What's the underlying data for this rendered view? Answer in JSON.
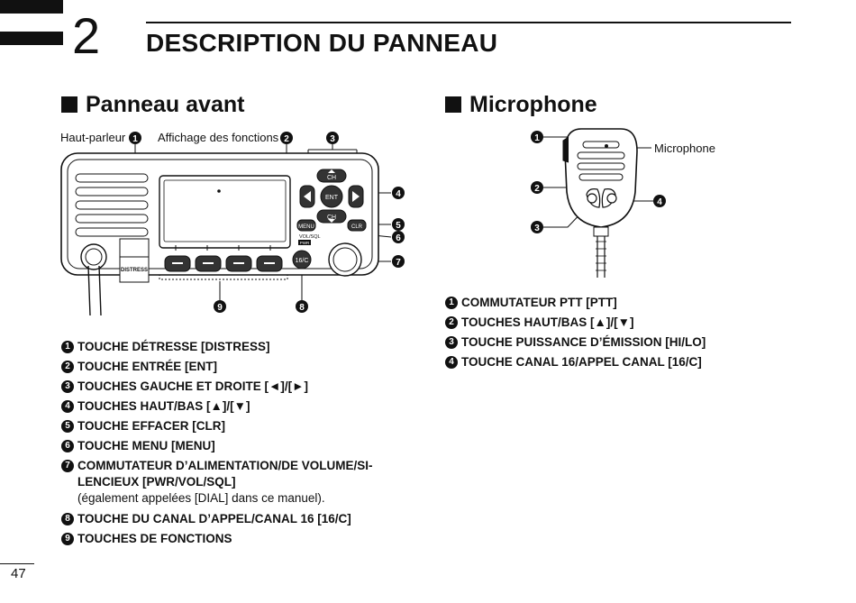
{
  "chapter": {
    "number": "2",
    "title": "DESCRIPTION DU PANNEAU"
  },
  "front_panel": {
    "heading": "Panneau avant",
    "labels": {
      "speaker": "Haut-parleur",
      "display": "Affichage des fonctions"
    },
    "key_labels": {
      "distress": "DISTRESS",
      "ent": "ENT",
      "ch": "CH",
      "menu": "MENU",
      "clr": "CLR",
      "volsql": "VOL/SQL",
      "pwr": "PWR",
      "ch16": "16/C"
    },
    "callouts": [
      "1",
      "2",
      "3",
      "4",
      "5",
      "6",
      "7",
      "8",
      "9"
    ],
    "items": [
      {
        "num": "1",
        "text": "TOUCHE DÉTRESSE [DISTRESS]"
      },
      {
        "num": "2",
        "text": "TOUCHE ENTRÉE [ENT]"
      },
      {
        "num": "3",
        "text": "TOUCHES GAUCHE ET DROITE [◄]/[►]"
      },
      {
        "num": "4",
        "text": "TOUCHES HAUT/BAS [▲]/[▼]"
      },
      {
        "num": "5",
        "text": "TOUCHE EFFACER [CLR]"
      },
      {
        "num": "6",
        "text": "TOUCHE MENU [MENU]"
      },
      {
        "num": "7",
        "text": "COMMUTATEUR D’ALIMENTATION/DE VOLUME/SI-",
        "text2": "LENCIEUX [PWR/VOL/SQL]",
        "note": "(également appelées [DIAL] dans ce manuel)."
      },
      {
        "num": "8",
        "text": "TOUCHE DU CANAL D’APPEL/CANAL 16 [16/C]"
      },
      {
        "num": "9",
        "text": "TOUCHES DE FONCTIONS"
      }
    ]
  },
  "microphone": {
    "heading": "Microphone",
    "label": "Microphone",
    "callouts": [
      "1",
      "2",
      "3",
      "4"
    ],
    "items": [
      {
        "num": "1",
        "text": "COMMUTATEUR PTT [PTT]"
      },
      {
        "num": "2",
        "text": "TOUCHES HAUT/BAS [▲]/[▼]"
      },
      {
        "num": "3",
        "text": "TOUCHE PUISSANCE D’ÉMISSION [HI/LO]"
      },
      {
        "num": "4",
        "text": "TOUCHE CANAL 16/APPEL CANAL [16/C]"
      }
    ]
  },
  "page_number": "47"
}
